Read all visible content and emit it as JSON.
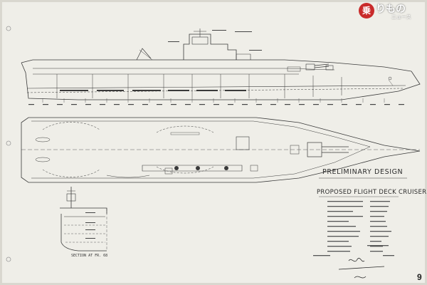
{
  "watermark": {
    "badge": "乗",
    "brand": "りもの",
    "sub": "ニュース"
  },
  "title": {
    "main": "PRELIMINARY DESIGN",
    "sub": "PROPOSED FLIGHT DECK CRUISER"
  },
  "page_number": "9",
  "section_label": "SECTION AT FR. 68"
}
